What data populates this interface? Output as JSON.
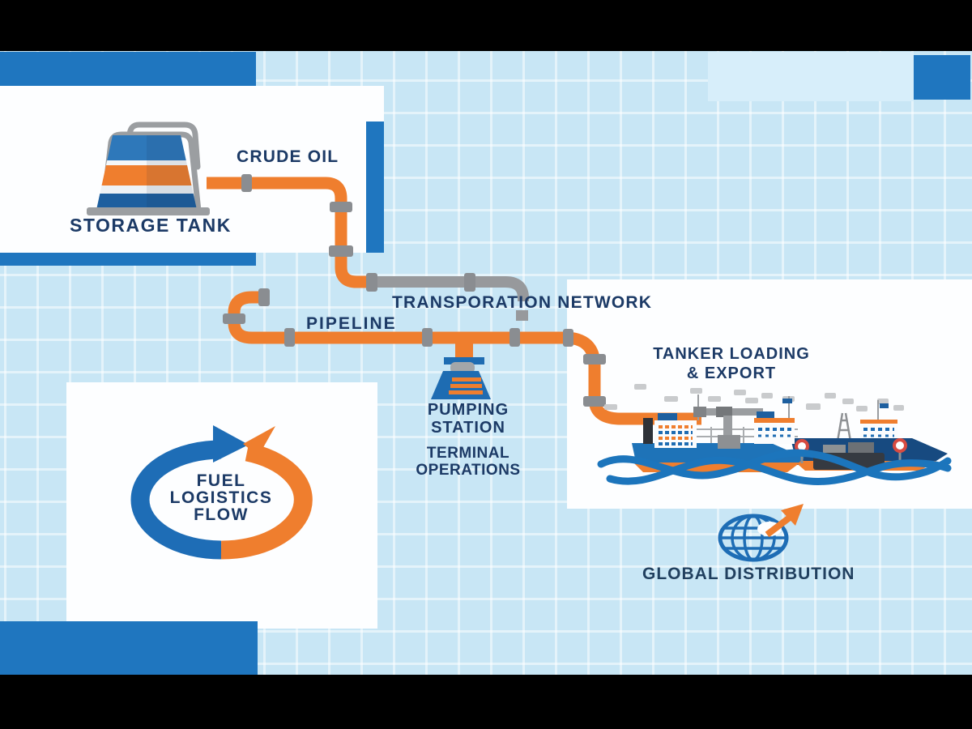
{
  "title": "Fuel Logistics Flow infographic",
  "labels": {
    "storage_tank": "STORAGE TANK",
    "crude_oil": "CRUDE OIL",
    "transportation_network": "TRANSPORATION NETWORK",
    "pipeline": "PIPELINE",
    "pumping_station_line1": "PUMPING",
    "pumping_station_line2": "STATION",
    "terminal_operations_line1": "TERMINAL",
    "terminal_operations_line2": "OPERATIONS",
    "tanker_loading_line1": "TANKER LOADING",
    "tanker_loading_line2": "& EXPORT",
    "global_distribution": "GLOBAL DISTRIBUTION",
    "flow_line1": "FUEL",
    "flow_line2": "LOGISTICS",
    "flow_line3": "FLOW"
  },
  "icons": {
    "storage_tank": "storage-tank-icon",
    "pumping_station": "pumping-station-icon",
    "tanker_ships": "tanker-ships-icon",
    "globe": "globe-arrow-icon",
    "cycle": "cycle-arrows-icon",
    "crude_pipe": "crude-oil-pipe",
    "gray_pipe": "transportation-network-pipe",
    "main_pipe": "pipeline-pipe"
  },
  "colors": {
    "accent_blue": "#1f76bf",
    "orange": "#ef7e2e",
    "navy_text": "#1c3a66",
    "pipe_gray": "#97999c",
    "coupling_gray": "#8a8d91",
    "bg_light_blue": "#c8e6f5",
    "pale_blue": "#d7eefa",
    "panel_white": "#fdfeff",
    "hull_blue": "#1e73b8",
    "hull_navy": "#174a80",
    "wave_blue": "#1c75bc",
    "tank_blue": "#2e78ba",
    "tank_dark_blue": "#1d5f9f",
    "smoke_gray": "#c9cbcd",
    "barge_dark": "#353a41",
    "letterbox_black": "#000000"
  }
}
